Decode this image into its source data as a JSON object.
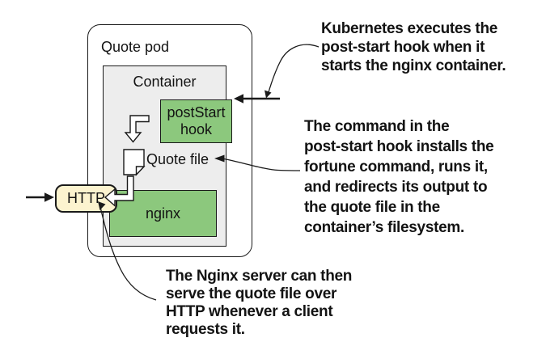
{
  "colors": {
    "background": "#ffffff",
    "box_green": "#8cc87d",
    "container_gray": "#ededed",
    "http_yellow": "#fcf3cf",
    "outline": "#1a1a1a",
    "text": "#131313"
  },
  "diagram": {
    "pod_label": "Quote pod",
    "container_label": "Container",
    "poststart_hook": {
      "lines": [
        "postStart",
        "hook"
      ]
    },
    "quote_file_label": "Quote file",
    "nginx_label": "nginx",
    "http_label": "HTTP"
  },
  "icons": {
    "quote_file": "document-icon",
    "hook_to_file": "bent-hollow-arrow-icon",
    "file_to_http": "bent-hollow-arrow-icon",
    "client_request": "solid-arrow-icon",
    "kubernetes_trigger": "solid-arrow-icon"
  },
  "annotations": {
    "top": {
      "lines": [
        "Kubernetes executes the",
        "post-start hook when it",
        "starts the nginx container."
      ]
    },
    "middle": {
      "lines": [
        "The command in the",
        "post-start hook installs the",
        "fortune command, runs it,",
        "and redirects its output to",
        "the quote file in the",
        "container’s filesystem."
      ]
    },
    "bottom": {
      "lines": [
        "The Nginx server can then",
        "serve the quote file over",
        "HTTP whenever a client",
        "requests it."
      ]
    }
  }
}
